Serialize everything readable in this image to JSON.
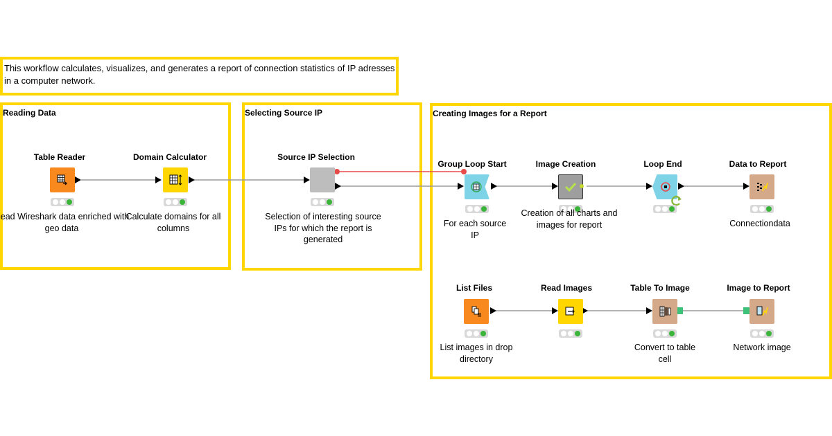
{
  "workflow_description": "This workflow calculates, visualizes, and generates a report of connection statistics of IP adresses in a computer network.",
  "annotations": {
    "reading_data": "Reading Data",
    "selecting_source_ip": "Selecting Source IP",
    "creating_images": "Creating Images for a Report"
  },
  "nodes": {
    "table_reader": {
      "label": "Table Reader",
      "caption": "Read Wireshark data enriched with geo data",
      "color": "#f7891f"
    },
    "domain_calculator": {
      "label": "Domain Calculator",
      "caption": "Calculate domains for all columns",
      "color": "#ffd600"
    },
    "source_ip_selection": {
      "label": "Source IP Selection",
      "caption": "Selection of interesting source IPs for which the report is generated",
      "color": "#bdbdbd"
    },
    "group_loop_start": {
      "label": "Group Loop Start",
      "caption": "For each source IP",
      "color": "#7fd3e6"
    },
    "image_creation": {
      "label": "Image Creation",
      "caption": "Creation of all charts and images for report",
      "color": "#9e9e9e"
    },
    "loop_end": {
      "label": "Loop End",
      "caption": "",
      "color": "#7fd3e6"
    },
    "data_to_report": {
      "label": "Data to Report",
      "caption": "Connectiondata",
      "color": "#d4a98a"
    },
    "list_files": {
      "label": "List Files",
      "caption": "List images in drop directory",
      "color": "#f7891f"
    },
    "read_images": {
      "label": "Read Images",
      "caption": "",
      "color": "#ffd600"
    },
    "table_to_image": {
      "label": "Table To Image",
      "caption": "Convert to table cell",
      "color": "#d4a98a"
    },
    "image_to_report": {
      "label": "Image to Report",
      "caption": "Network image",
      "color": "#d4a98a"
    }
  },
  "colors": {
    "annotation_border": "#ffd600",
    "connection": "#9a9a9a",
    "flow_variable_connection": "#e84a4a",
    "image_port": "#3ec27a",
    "status_green": "#3ab53a"
  }
}
